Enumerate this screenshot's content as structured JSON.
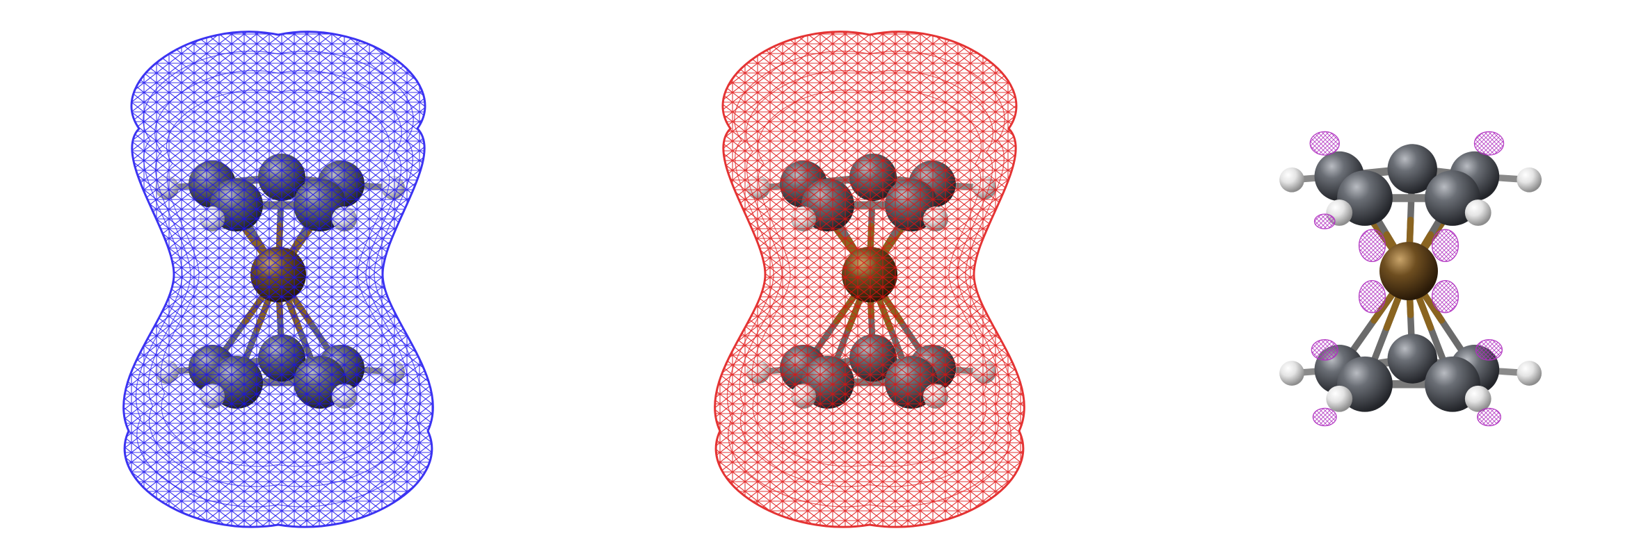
{
  "panels": [
    {
      "id": "blue-mesh",
      "mesh": true,
      "mesh_color": "#1a10f0"
    },
    {
      "id": "red-mesh",
      "mesh": true,
      "mesh_color": "#e01010"
    },
    {
      "id": "magenta-lobes",
      "mesh": false,
      "lobe_color": "#b030c0"
    }
  ],
  "colors": {
    "background": "#ffffff",
    "carbon": "#4a4d52",
    "hydrogen": "#e6e6e6",
    "iron": "#5a3f1a",
    "bond": "#6b6b6b",
    "iron_bond": "#8a6420"
  }
}
